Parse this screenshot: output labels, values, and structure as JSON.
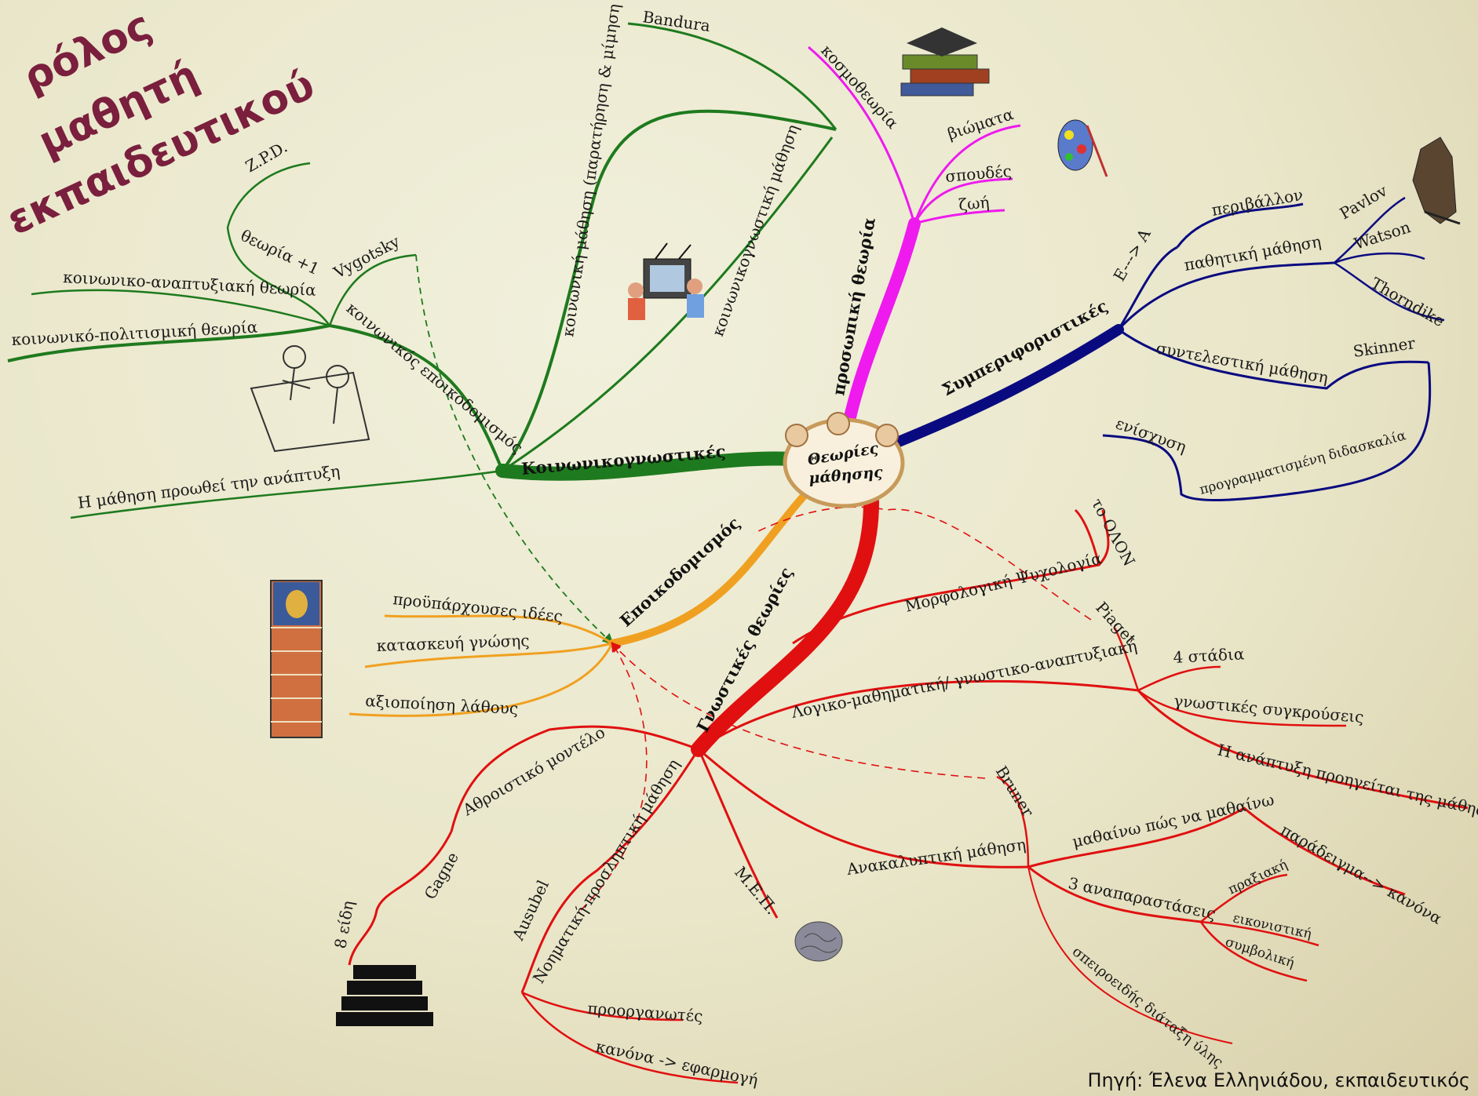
{
  "title": [
    "ρόλος",
    "μαθητή",
    "εκπαιδευτικού"
  ],
  "center": [
    "Θεωρίες",
    "μάθησης"
  ],
  "source": "Πηγή: Έλενα Ελληνιάδου, εκπαιδευτικός",
  "colors": {
    "social": "#1e7a1e",
    "personal": "#ee1aee",
    "behavior": "#0a0a80",
    "cognitive": "#e01010",
    "construct": "#f0a020"
  },
  "branches": {
    "social": {
      "name": "Κοινωνικογνωστικές",
      "social_learning": "κοινωνική μάθηση (παρατήρηση & μίμηση προτύπου)",
      "bandura": "Bandura",
      "socialcognitive": "κοινωνικογνωστική μάθηση",
      "constructivism": "κοινωνικός εποικοδομισμός",
      "vygotsky": "Vygotsky",
      "zpd": "Z.P.D.",
      "theory_plus1": "θεωρία +1",
      "sociodev": "κοινωνικο-αναπτυξιακή θεωρία",
      "sociocultural": "κοινωνικό-πολιτισμική θεωρία",
      "development": "Η μάθηση προωθεί την ανάπτυξη"
    },
    "personal": {
      "name": "προσωπική θεωρία",
      "worldview": "κοσμοθεωρία",
      "experiences": "βιώματα",
      "studies": "σπουδές",
      "life": "ζωή"
    },
    "behavior": {
      "name": "Συμπεριφοριστικές",
      "sr": "E---> A",
      "environment": "περιβάλλον",
      "passive": "παθητική μάθηση",
      "pavlov": "Pavlov",
      "watson": "Watson",
      "thorndike": "Thorndike",
      "operant": "συντελεστική μάθηση",
      "skinner": "Skinner",
      "reinforcement": "ενίσχυση",
      "programmed": "προγραμματισμένη διδασκαλία"
    },
    "construct": {
      "name": "Εποικοδομισμός",
      "prior": "προϋπάρχουσες ιδέες",
      "building": "κατασκευή γνώσης",
      "errors": "αξιοποίηση λάθους"
    },
    "cognitive": {
      "name": "Γνωστικές θεωρίες",
      "gestalt": "Μορφολογική Ψυχολογία",
      "whole": "το ΟΛΟΝ",
      "logico": "Λογικο-μαθηματική/ γνωστικο-αναπτυξιακή",
      "piaget": "Piaget",
      "stages": "4 στάδια",
      "conflicts": "γνωστικές συγκρούσεις",
      "dev_precedes": "Η ανάπτυξη προηγείται της μάθησης",
      "cumulative": "Αθροιστικό μοντέλο",
      "gagne": "Gagne",
      "eight": "8 είδη",
      "meaningful": "Νοηματική-προσληπτική μάθηση",
      "ausubel": "Ausubel",
      "organizers": "προοργανωτές",
      "rules": "κανόνα -> εφαρμογή",
      "mep": "Μ.Ε.Π.",
      "discovery": "Ανακαλυπτική μάθηση",
      "bruner": "Bruner",
      "learn_how": "μαθαίνω πώς να μαθαίνω",
      "example_rule": "παράδειγμα--> κανόνα",
      "three_repr": "3 αναπαραστάσεις",
      "enactive": "πραξιακή",
      "iconic": "εικονιστική",
      "symbolic": "συμβολική",
      "spiral": "σπειροειδής διάταξη ύλης"
    }
  }
}
